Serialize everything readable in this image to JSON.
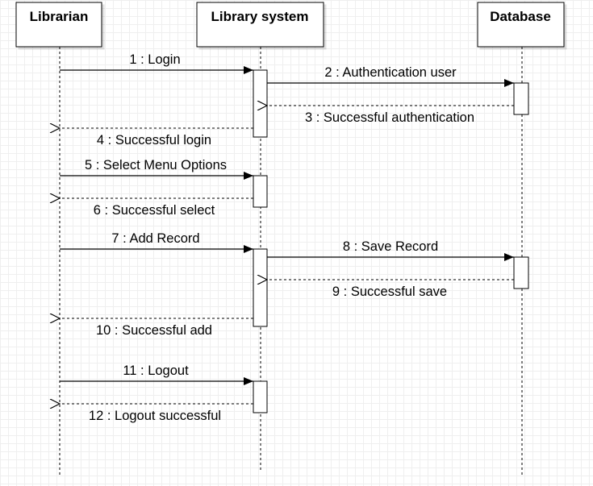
{
  "lifelines": [
    {
      "name": "Librarian"
    },
    {
      "name": "Library system"
    },
    {
      "name": "Database"
    }
  ],
  "messages": [
    {
      "label": "1 : Login",
      "type": "call"
    },
    {
      "label": "2 : Authentication user",
      "type": "call"
    },
    {
      "label": "3 : Successful authentication",
      "type": "return"
    },
    {
      "label": "4 : Successful login",
      "type": "return"
    },
    {
      "label": "5 : Select Menu Options",
      "type": "call"
    },
    {
      "label": "6 : Successful select",
      "type": "return"
    },
    {
      "label": "7 : Add Record",
      "type": "call"
    },
    {
      "label": "8 : Save Record",
      "type": "call"
    },
    {
      "label": "9 : Successful save",
      "type": "return"
    },
    {
      "label": "10 : Successful add",
      "type": "return"
    },
    {
      "label": "11 : Logout",
      "type": "call"
    },
    {
      "label": "12 : Logout successful",
      "type": "return"
    }
  ]
}
